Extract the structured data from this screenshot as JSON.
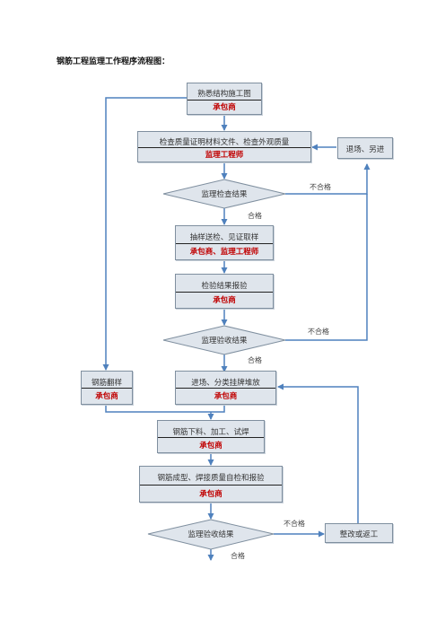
{
  "title": "钢筋工程监理工作程序流程图：",
  "nodes": {
    "n1": {
      "line1": "熟悉结构施工图",
      "line2": "承包商"
    },
    "n2": {
      "line1": "检查质量证明材料文件、检查外观质量",
      "line2": "监理工程师"
    },
    "reject_box": {
      "line1": "退场、另进"
    },
    "d1": {
      "text": "监理检查结果"
    },
    "n3": {
      "line1": "抽样送检、见证取样",
      "line2": "承包商、监理工程师"
    },
    "n4": {
      "line1": "检验结果报验",
      "line2": "承包商"
    },
    "d2": {
      "text": "监理验收结果"
    },
    "side": {
      "line1": "钢筋翻样",
      "line2": "承包商"
    },
    "n5": {
      "line1": "进场、分类挂牌堆放",
      "line2": "承包商"
    },
    "n6": {
      "line1": "钢筋下料、加工、试焊",
      "line2": "承包商"
    },
    "n7": {
      "line1": "钢筋成型、焊接质量自检和报验",
      "line2": "承包商"
    },
    "d3": {
      "text": "监理验收结果"
    },
    "rectify": {
      "line1": "整改或返工"
    }
  },
  "labels": {
    "fail": "不合格",
    "pass": "合格"
  },
  "colors": {
    "box_fill": "#dfe5ec",
    "box_border": "#7f8f9f",
    "arrow": "#4f81bd",
    "role_text": "#c00000"
  }
}
